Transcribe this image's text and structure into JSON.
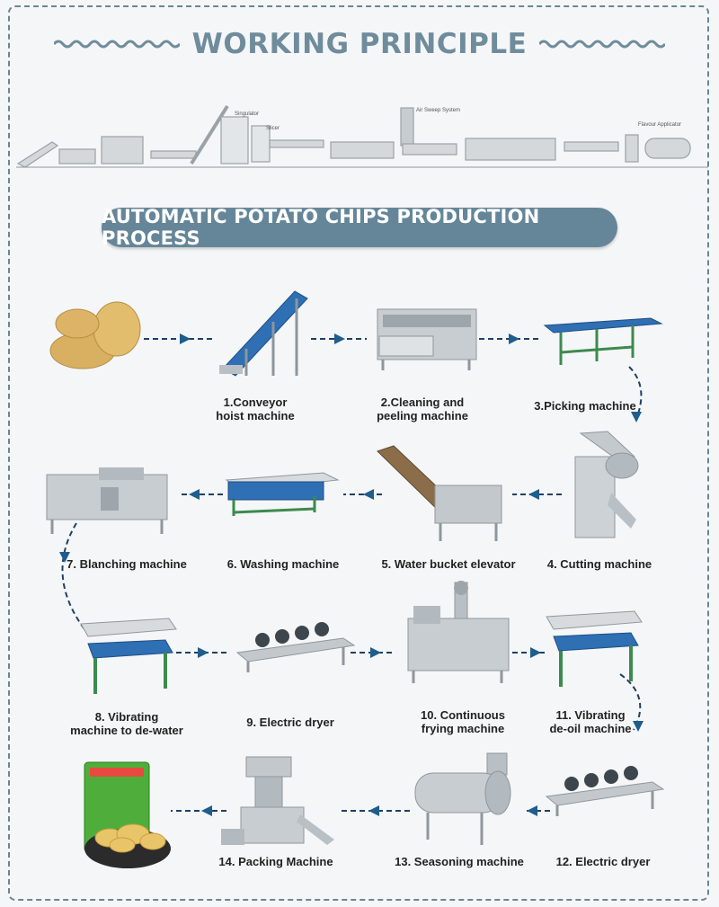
{
  "header": {
    "title": "WORKING PRINCIPLE",
    "banner": "AUTOMATIC POTATO CHIPS PRODUCTION PROCESS"
  },
  "line_overview": {
    "labels": [
      "Singulator",
      "Slicer",
      "Air Sweep System",
      "Flavour Applicator"
    ]
  },
  "steps": [
    {
      "label": "1.Conveyor\nhoist machine",
      "icon": "conveyor-hoist-icon"
    },
    {
      "label": "2.Cleaning and\npeeling machine",
      "icon": "peeling-machine-icon"
    },
    {
      "label": "3.Picking machine",
      "icon": "picking-conveyor-icon"
    },
    {
      "label": "4. Cutting machine",
      "icon": "cutting-machine-icon"
    },
    {
      "label": "5. Water bucket elevator",
      "icon": "bucket-elevator-icon"
    },
    {
      "label": "6. Washing machine",
      "icon": "washing-machine-icon"
    },
    {
      "label": "7. Blanching machine",
      "icon": "blanching-machine-icon"
    },
    {
      "label": "8. Vibrating\nmachine to de-water",
      "icon": "vibrating-machine-icon"
    },
    {
      "label": "9. Electric dryer",
      "icon": "electric-dryer-icon"
    },
    {
      "label": "10. Continuous\nfrying machine",
      "icon": "frying-machine-icon"
    },
    {
      "label": "11. Vibrating\nde-oil machine",
      "icon": "vibrating-machine-icon"
    },
    {
      "label": "12. Electric dryer",
      "icon": "electric-dryer-icon"
    },
    {
      "label": "13. Seasoning machine",
      "icon": "seasoning-drum-icon"
    },
    {
      "label": "14. Packing Machine",
      "icon": "packing-machine-icon"
    }
  ],
  "colors": {
    "accent": "#658698",
    "title": "#6f8c9c",
    "arrow": "#1f5d8c",
    "flow_line": "#1f3f66",
    "steel": "#b9c0c5",
    "belt": "#2f6fb3"
  }
}
